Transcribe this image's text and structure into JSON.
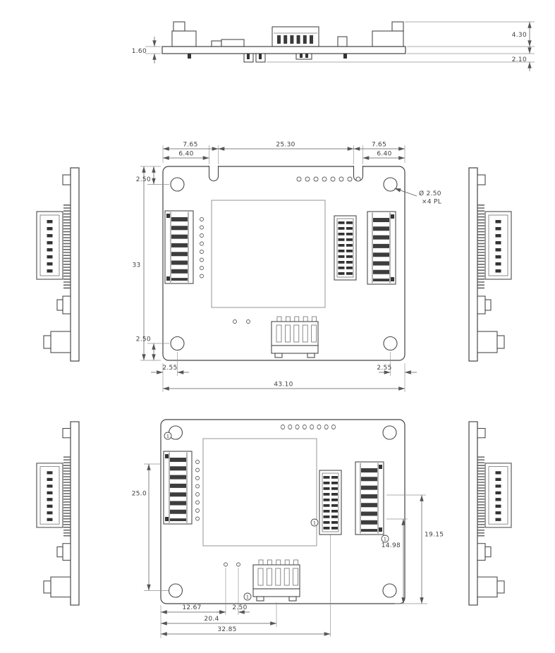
{
  "top_edge_view": {
    "dim_component_height": "4.30",
    "dim_board_thickness": "1.60",
    "dim_underside_height": "2.10"
  },
  "front_view": {
    "dim_notch_left_outer": "7.65",
    "dim_notch_left_inner": "6.40",
    "dim_notch_span": "25.30",
    "dim_notch_right_outer": "7.65",
    "dim_notch_right_inner": "6.40",
    "dim_hole_top_offset": "2.50",
    "dim_board_height": "33",
    "dim_hole_bottom_offset": "2.50",
    "dim_hole_left_offset": "2.55",
    "dim_hole_right_offset": "2.55",
    "dim_board_width": "43.10",
    "hole_callout_diameter": "Ø 2.50",
    "hole_callout_places": "×4 PL"
  },
  "bottom_view": {
    "dim_left_height": "25.0",
    "dim_right_upper": "19.15",
    "dim_right_lower": "14.98",
    "dim_bottom_1": "12.67",
    "dim_bottom_2": "2.50",
    "dim_bottom_3": "20.4",
    "dim_bottom_4": "32.85",
    "flag_note": "1"
  }
}
